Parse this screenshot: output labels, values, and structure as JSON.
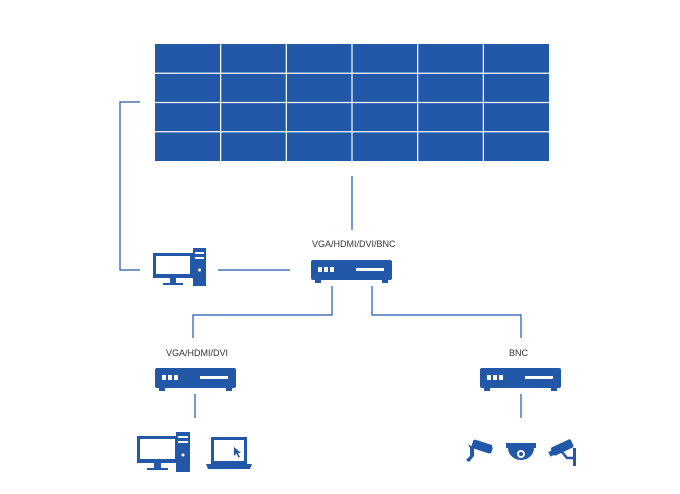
{
  "colors": {
    "accent": "#2357a7",
    "line": "#2357a7",
    "grid": "#ffffff",
    "background": "#ffffff"
  },
  "video_wall": {
    "rows": 4,
    "cols": 6
  },
  "labels": {
    "main_processor": "VGA/HDMI/DVI/BNC",
    "left_processor": "VGA/HDMI/DVI",
    "right_processor": "BNC"
  },
  "icons": {
    "source_pc": "desktop-computer-icon",
    "left_sources": [
      "desktop-computer-icon",
      "laptop-icon"
    ],
    "cameras": [
      "bullet-camera-icon",
      "dome-camera-icon",
      "bullet-camera-icon"
    ]
  }
}
